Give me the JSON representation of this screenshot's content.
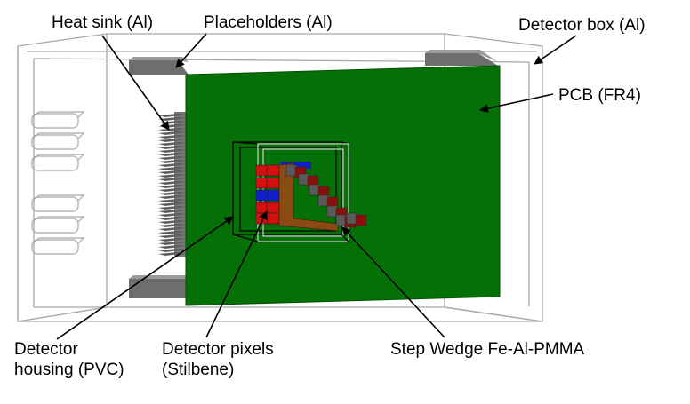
{
  "labels": {
    "heat_sink": "Heat sink (Al)",
    "placeholders": "Placeholders (Al)",
    "detector_box": "Detector box (Al)",
    "pcb": "PCB (FR4)",
    "detector_housing": "Detector\nhousing (PVC)",
    "detector_pixels": "Detector pixels\n(Stilbene)",
    "step_wedge": "Step Wedge Fe-Al-PMMA"
  },
  "colors": {
    "pcb": "#057005",
    "pcb_edge": "#024d02",
    "heat_sink": "#777777",
    "placeholder": "#6e6e6e",
    "box_wire": "#a8a8a8",
    "housing_wire": "#000000",
    "pixel_red": "#d41010",
    "pixel_blue": "#1020c8",
    "wedge_fe": "#8a1010",
    "wedge_al": "#5a5a5a",
    "wedge_pmma": "#8b4a14"
  }
}
